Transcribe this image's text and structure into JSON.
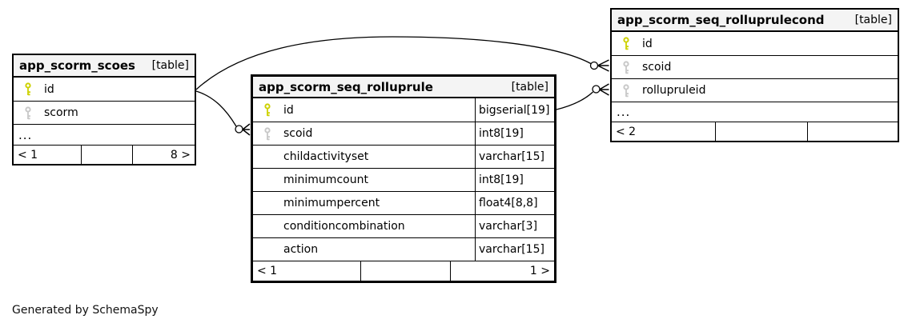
{
  "diagram": {
    "generated_note": "Generated by SchemaSpy",
    "colors": {
      "primary_key": "#cdd100",
      "foreign_key": "#c8c8c8",
      "header_bg": "#f4f4f4",
      "border": "#000000"
    },
    "tables": [
      {
        "name": "app_scorm_scoes",
        "badge": "[table]",
        "columns": [
          {
            "name": "id",
            "key": "primary",
            "type": ""
          },
          {
            "name": "scorm",
            "key": "foreign",
            "type": ""
          }
        ],
        "truncated_indicator": "...",
        "footer": {
          "left": "< 1",
          "center": "",
          "right": "8 >"
        }
      },
      {
        "name": "app_scorm_seq_rolluprule",
        "badge": "[table]",
        "columns": [
          {
            "name": "id",
            "key": "primary",
            "type": "bigserial[19]"
          },
          {
            "name": "scoid",
            "key": "foreign",
            "type": "int8[19]"
          },
          {
            "name": "childactivityset",
            "key": "",
            "type": "varchar[15]"
          },
          {
            "name": "minimumcount",
            "key": "",
            "type": "int8[19]"
          },
          {
            "name": "minimumpercent",
            "key": "",
            "type": "float4[8,8]"
          },
          {
            "name": "conditioncombination",
            "key": "",
            "type": "varchar[3]"
          },
          {
            "name": "action",
            "key": "",
            "type": "varchar[15]"
          }
        ],
        "footer": {
          "left": "< 1",
          "center": "",
          "right": "1 >"
        }
      },
      {
        "name": "app_scorm_seq_rolluprulecond",
        "badge": "[table]",
        "columns": [
          {
            "name": "id",
            "key": "primary",
            "type": ""
          },
          {
            "name": "scoid",
            "key": "foreign",
            "type": ""
          },
          {
            "name": "rollupruleid",
            "key": "foreign",
            "type": ""
          }
        ],
        "truncated_indicator": "...",
        "footer": {
          "left": "< 2",
          "center": "",
          "right": ""
        }
      }
    ],
    "relationships": [
      {
        "from": "app_scorm_scoes.id",
        "to": "app_scorm_seq_rolluprulecond.scoid"
      },
      {
        "from": "app_scorm_scoes.id",
        "to": "app_scorm_seq_rolluprule.scoid"
      },
      {
        "from": "app_scorm_seq_rolluprule.id",
        "to": "app_scorm_seq_rolluprulecond.rollupruleid"
      }
    ]
  }
}
